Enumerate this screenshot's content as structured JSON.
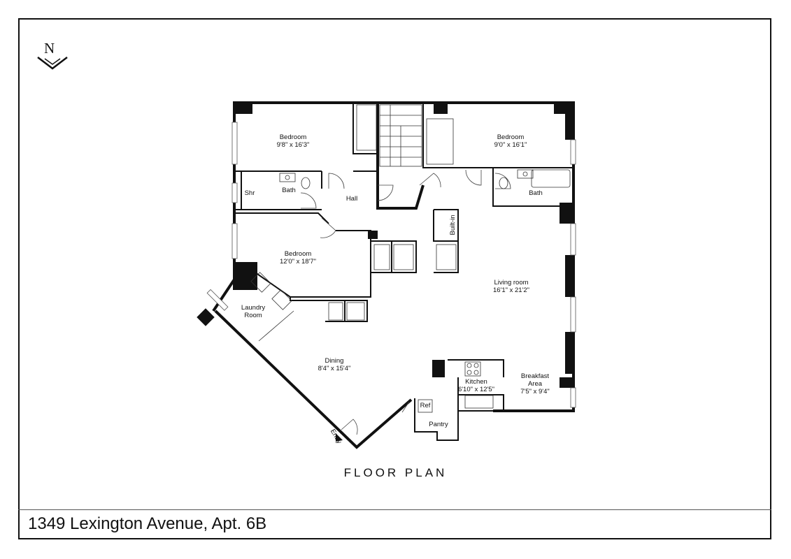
{
  "title": "FLOOR PLAN",
  "address": "1349 Lexington Avenue, Apt. 6B",
  "north": "N",
  "rooms": {
    "bedroom_nw": {
      "name": "Bedroom",
      "size": "9'8\" x 16'3\""
    },
    "bedroom_ne": {
      "name": "Bedroom",
      "size": "9'0\" x 16'1\""
    },
    "bedroom_w": {
      "name": "Bedroom",
      "size": "12'0\" x 18'7\""
    },
    "bath_w": {
      "name": "Bath"
    },
    "shower": {
      "name": "Shr"
    },
    "bath_e": {
      "name": "Bath"
    },
    "hall": {
      "name": "Hall"
    },
    "builtin": {
      "name": "Built-in"
    },
    "living": {
      "name": "Living room",
      "size": "16'1\" x 21'2\""
    },
    "laundry": {
      "name": "Laundry",
      "name2": "Room"
    },
    "dining": {
      "name": "Dining",
      "size": "8'4\" x 15'4\""
    },
    "kitchen": {
      "name": "Kitchen",
      "size": "6'10\" x 12'5\""
    },
    "breakfast": {
      "name": "Breakfast",
      "name2": "Area",
      "size": "7'5\" x 9'4\""
    },
    "ref": {
      "name": "Ref"
    },
    "pantry": {
      "name": "Pantry"
    },
    "entry": {
      "name": "Entry"
    }
  }
}
